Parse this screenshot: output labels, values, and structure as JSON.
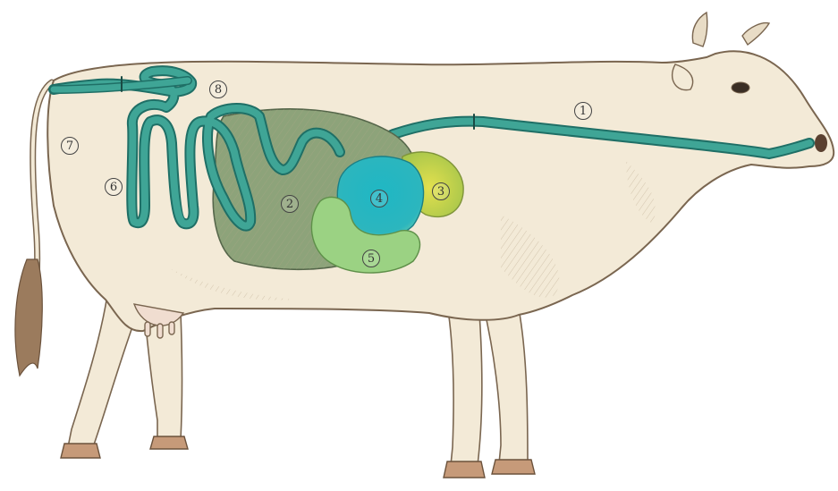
{
  "labels": [
    {
      "id": "1",
      "text": "1"
    },
    {
      "id": "2",
      "text": "2"
    },
    {
      "id": "3",
      "text": "3"
    },
    {
      "id": "4",
      "text": "4"
    },
    {
      "id": "5",
      "text": "5"
    },
    {
      "id": "6",
      "text": "6"
    },
    {
      "id": "7",
      "text": "7"
    },
    {
      "id": "8",
      "text": "8"
    }
  ],
  "colors": {
    "hide": "#f3ead7",
    "outline": "#7a6650",
    "tract": "#3fa596",
    "tract_dark": "#1f6f66",
    "rumen": "#8da37a",
    "reticulum": "#c6d24a",
    "omasum": "#2cb6be",
    "abomasum": "#9bd283",
    "tail_tuft": "#9b7b5d",
    "hoof": "#c69a79"
  }
}
